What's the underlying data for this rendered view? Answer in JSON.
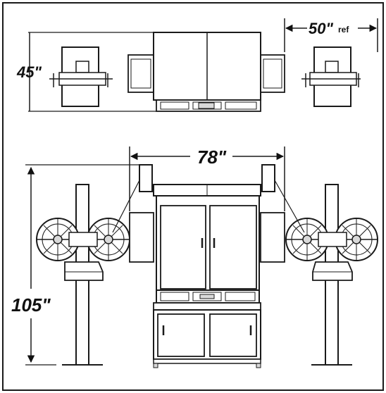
{
  "dimensions": {
    "height_top": "45\"",
    "width_ref_value": "50\"",
    "width_ref_suffix": "ref",
    "width_main": "78\"",
    "height_main": "105\""
  },
  "colors": {
    "line": "#1a1a1a",
    "fill_light": "#ffffff",
    "fill_shade": "#d9d9d9",
    "background": "#ffffff"
  }
}
